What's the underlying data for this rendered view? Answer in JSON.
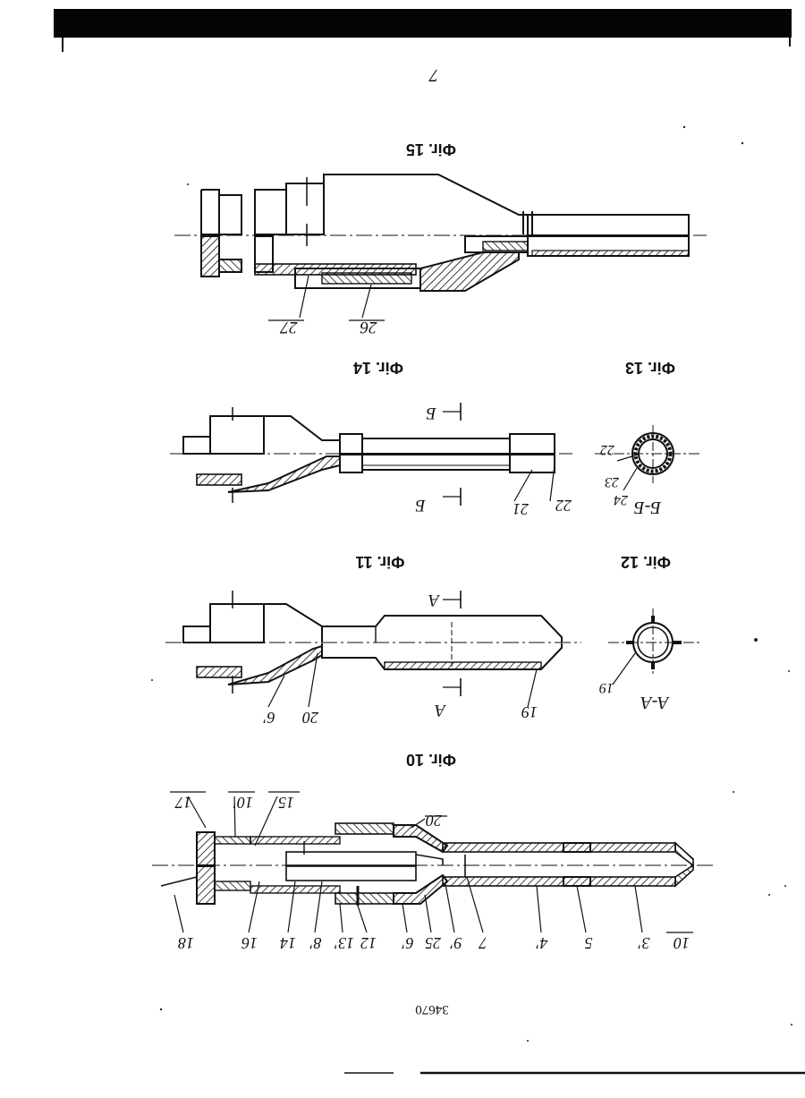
{
  "page": {
    "page_number": "7",
    "patent_number": "34670",
    "orientation": "upside-down scan"
  },
  "figures": [
    {
      "id": "fig10",
      "caption": "Фіг. 10",
      "labels": [
        "10",
        "3'",
        "5",
        "4'",
        "7",
        "9'",
        "25",
        "6'",
        "12",
        "13'",
        "8'",
        "14",
        "16",
        "18",
        "17",
        "10'",
        "15",
        "20"
      ]
    },
    {
      "id": "fig11",
      "caption": "Фіг. 11",
      "labels": [
        "6'",
        "20",
        "A",
        "19",
        "A"
      ]
    },
    {
      "id": "fig12",
      "caption": "Фіг. 12",
      "section": "А-А",
      "labels": [
        "19"
      ]
    },
    {
      "id": "fig13",
      "caption": "Фіг. 13",
      "section": "Б-Б",
      "labels": [
        "24",
        "23",
        "22"
      ]
    },
    {
      "id": "fig14",
      "caption": "Фіг. 14",
      "labels": [
        "Б",
        "21",
        "22",
        "Б"
      ]
    },
    {
      "id": "fig15",
      "caption": "Фіг. 15",
      "labels": [
        "27",
        "26"
      ]
    }
  ]
}
